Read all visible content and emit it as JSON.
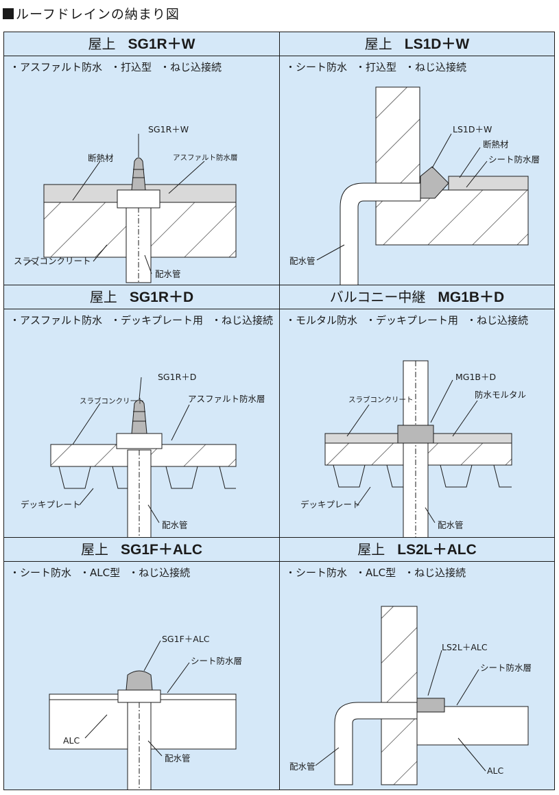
{
  "page": {
    "title": "ルーフドレインの納まり図"
  },
  "panels": [
    {
      "location": "屋上",
      "code": "SG1R＋W",
      "specs": [
        "・アスファルト防水",
        "・打込型",
        "・ねじ込接続"
      ],
      "labels": {
        "product": "SG1R＋W",
        "insulation": "断熱材",
        "membrane": "アスファルト防水層",
        "slab": "スラブコンクリート",
        "pipe": "配水管"
      }
    },
    {
      "location": "屋上",
      "code": "LS1D＋W",
      "specs": [
        "・シート防水",
        "・打込型",
        "・ねじ込接続"
      ],
      "labels": {
        "product": "LS1D＋W",
        "insulation": "断熱材",
        "membrane": "シート防水層",
        "pipe": "配水管"
      }
    },
    {
      "location": "屋上",
      "code": "SG1R＋D",
      "specs": [
        "・アスファルト防水",
        "・デッキプレート用",
        "・ねじ込接続"
      ],
      "labels": {
        "product": "SG1R＋D",
        "slab": "スラブコンクリート",
        "membrane": "アスファルト防水層",
        "deck": "デッキプレート",
        "pipe": "配水管"
      }
    },
    {
      "location": "バルコニー中継",
      "code": "MG1B＋D",
      "specs": [
        "・モルタル防水",
        "・デッキプレート用",
        "・ねじ込接続"
      ],
      "labels": {
        "product": "MG1B＋D",
        "slab": "スラブコンクリート",
        "mortar": "防水モルタル",
        "deck": "デッキプレート",
        "pipe": "配水管"
      }
    },
    {
      "location": "屋上",
      "code": "SG1F＋ALC",
      "specs": [
        "・シート防水",
        "・ALC型",
        "・ねじ込接続"
      ],
      "labels": {
        "product": "SG1F＋ALC",
        "membrane": "シート防水層",
        "alc": "ALC",
        "pipe": "配水管"
      }
    },
    {
      "location": "屋上",
      "code": "LS2L＋ALC",
      "specs": [
        "・シート防水",
        "・ALC型",
        "・ねじ込接続"
      ],
      "labels": {
        "product": "LS2L＋ALC",
        "membrane": "シート防水層",
        "pipe": "配水管",
        "alc": "ALC"
      }
    }
  ],
  "colors": {
    "panel_bg": "#d5e8f8",
    "concrete": "#ffffff",
    "insulation": "#d9d9d9",
    "line": "#1a1a1a",
    "drain_cap": "#b8b8b8"
  }
}
